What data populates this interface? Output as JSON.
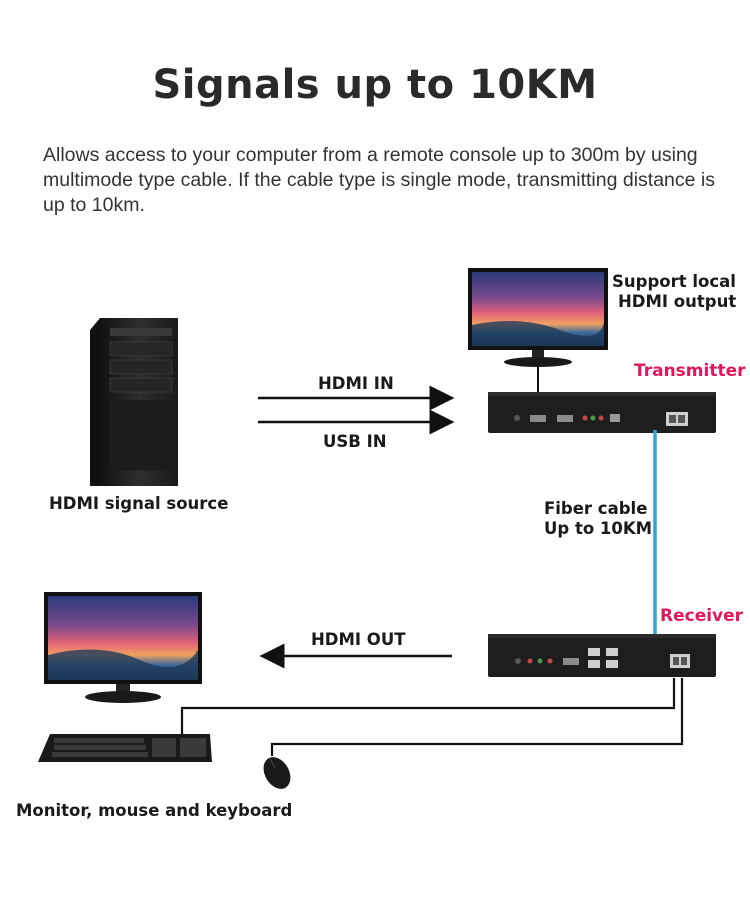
{
  "title": "Signals up to 10KM",
  "description": "Allows access to your computer from a remote console up to 300m by using multimode type cable. If the cable type is single mode, transmitting distance is up to 10km.",
  "labels": {
    "support_local_line1": "Support local",
    "support_local_line2": "HDMI output",
    "transmitter": "Transmitter",
    "receiver": "Receiver",
    "hdmi_in": "HDMI IN",
    "usb_in": "USB IN",
    "hdmi_out": "HDMI OUT",
    "hdmi_source": "HDMI signal source",
    "fiber_line1": "Fiber cable",
    "fiber_line2": "Up to 10KM",
    "peripherals": "Monitor, mouse and keyboard"
  },
  "colors": {
    "accent_red": "#e0185a",
    "fiber_blue": "#2aa6de",
    "device_dark": "#1e1e1e"
  },
  "icons": [
    "computer-tower-icon",
    "monitor-icon",
    "keyboard-icon",
    "mouse-icon",
    "transmitter-box-icon",
    "receiver-box-icon",
    "fiber-port-icon"
  ]
}
